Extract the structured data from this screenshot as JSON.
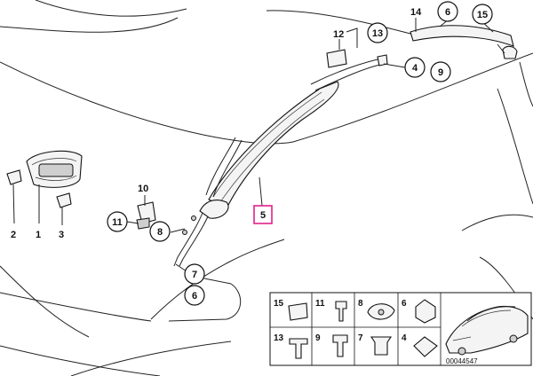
{
  "callouts": {
    "c1": "1",
    "c2": "2",
    "c3": "3",
    "c4": "4",
    "c9": "9",
    "c5": "5",
    "c6_top": "6",
    "c6_bottom": "6",
    "c7": "7",
    "c8": "8",
    "c10": "10",
    "c11": "11",
    "c12": "12",
    "c13": "13",
    "c14": "14",
    "c15": "15"
  },
  "legend": {
    "row1": [
      "15",
      "11",
      "8",
      "6"
    ],
    "row2": [
      "13",
      "9",
      "7",
      "4"
    ]
  },
  "reference_number": "00044547",
  "colors": {
    "highlight": "#e0218a",
    "line": "#222222"
  }
}
